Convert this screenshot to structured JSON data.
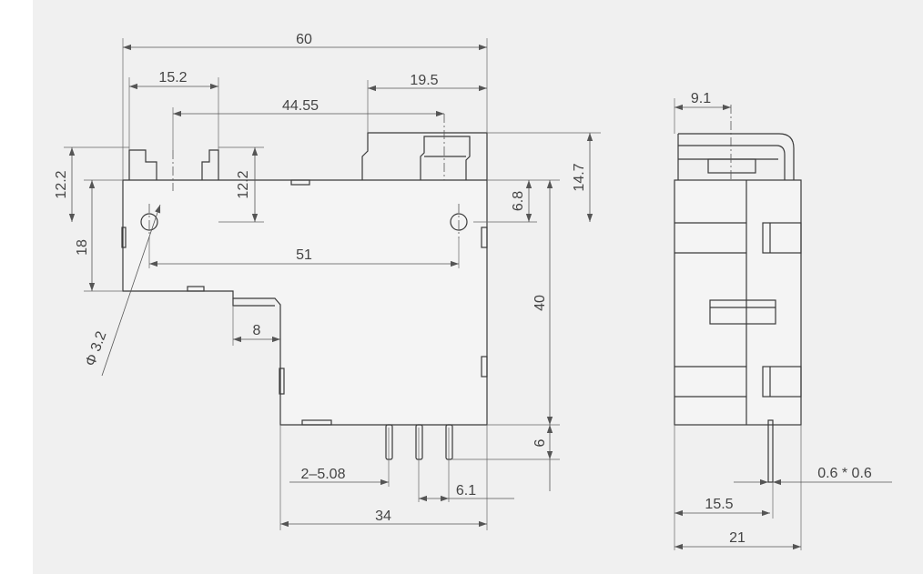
{
  "dimensions": {
    "overall_width": "60",
    "left_tab": "15.2",
    "right_tab": "19.5",
    "hole_pitch": "44.55",
    "left_height": "12.2",
    "inner_height": "12.2",
    "right_height": "14.7",
    "hole_offset": "6.8",
    "flange_height": "18",
    "hole_spacing": "51",
    "hole_diameter": "Φ 3.2",
    "step_width": "8",
    "body_height": "40",
    "pin_length": "6",
    "pin_pitch": "2–5.08",
    "pin_offset": "6.1",
    "bottom_width": "34",
    "side_tab": "9.1",
    "pin_position": "15.5",
    "pin_size": "0.6 * 0.6",
    "side_width": "21"
  }
}
